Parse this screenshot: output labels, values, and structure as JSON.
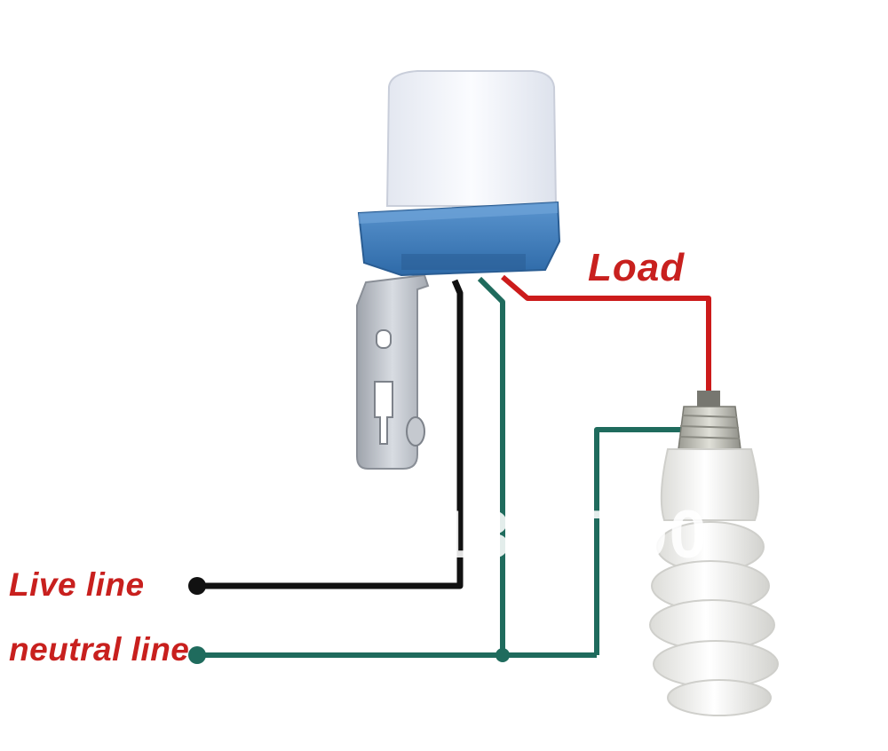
{
  "labels": {
    "live": "Live line",
    "neutral": "neutral line",
    "load": "Load",
    "watermark": "1392790"
  },
  "colors": {
    "live_wire": "#111111",
    "neutral_wire": "#1f6b5d",
    "load_wire": "#cc1b1b",
    "label_text": "#c8201e",
    "sensor_cap": "#f1f3f8",
    "sensor_base": "#3f7fbf",
    "bracket": "#b9bec6",
    "bulb_glass": "#f7f7f5",
    "bulb_socket": "#b8b8b0"
  },
  "icons": {
    "sensor": "photocell-switch-icon",
    "bracket": "mounting-bracket-icon",
    "bulb": "cfl-bulb-icon"
  }
}
